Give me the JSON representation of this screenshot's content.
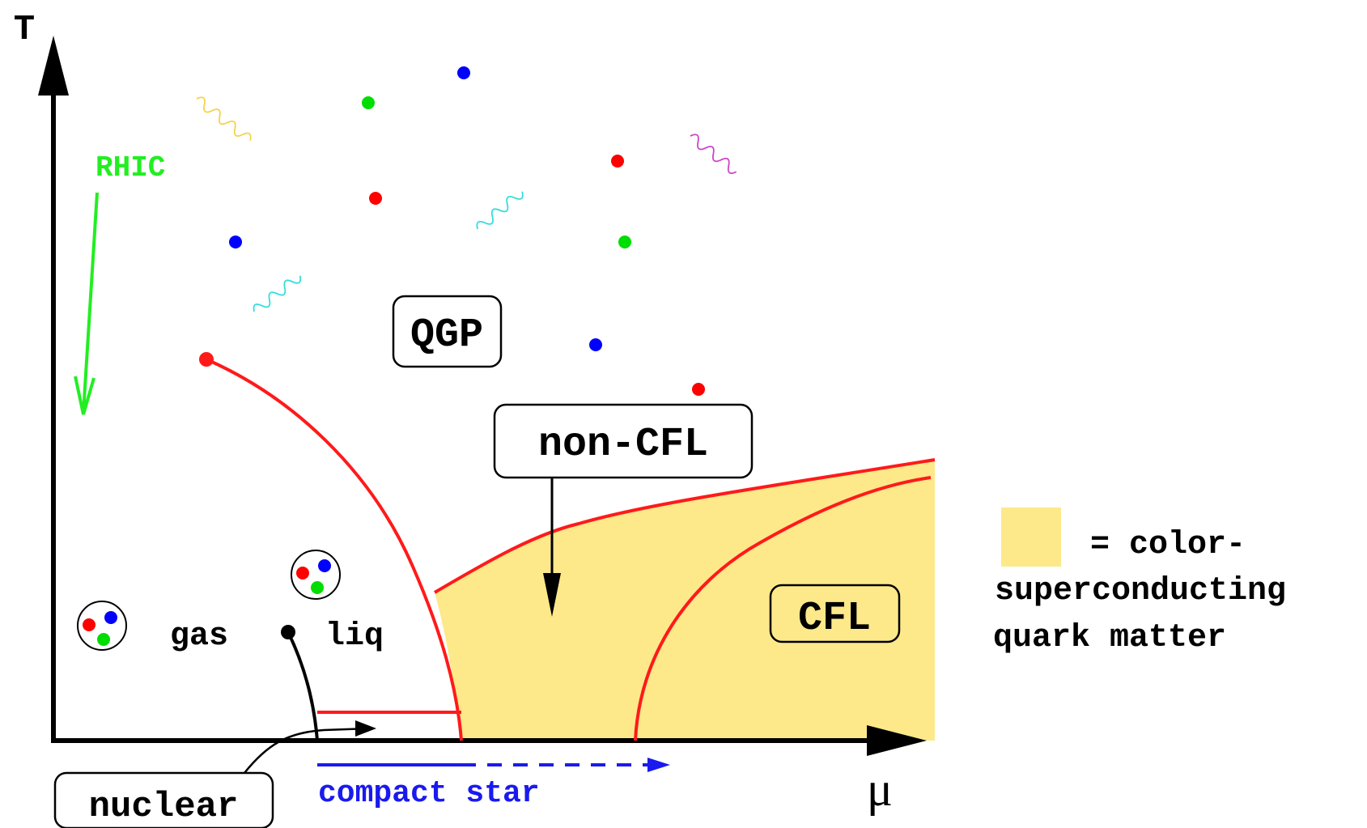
{
  "axes": {
    "y_label": "T",
    "x_label": "μ"
  },
  "labels": {
    "rhic": "RHIC",
    "qgp": "QGP",
    "non_cfl": "non-CFL",
    "cfl": "CFL",
    "gas": "gas",
    "liq": "liq",
    "nuclear": "nuclear",
    "compact_star": "compact star"
  },
  "legend": {
    "line1": "= color-",
    "line2": "superconducting",
    "line3": "quark matter"
  },
  "colors": {
    "boundary": "#ff1a1a",
    "color_superconducting_fill": "#fde98a",
    "rhic_arrow": "#22ee22",
    "compact_star": "#1a1aee",
    "quark_red": "#ff0000",
    "quark_green": "#00dd00",
    "quark_blue": "#0000ff",
    "gluon_yellow": "#f5d24a",
    "gluon_cyan": "#33dddd",
    "gluon_magenta": "#cc44cc"
  }
}
